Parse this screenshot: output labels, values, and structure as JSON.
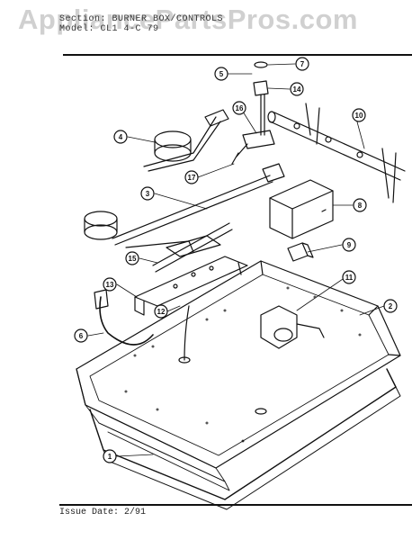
{
  "watermark": "AppliancePartsPros.com",
  "header": {
    "section_line": "Section:  BURNER BOX/CONTROLS",
    "model_line": "Model:  CL1 4-C 79"
  },
  "footer": {
    "issue_date": "Issue Date: 2/91"
  },
  "callouts": [
    "1",
    "2",
    "3",
    "4",
    "5",
    "6",
    "7",
    "8",
    "9",
    "10",
    "11",
    "12",
    "13",
    "14",
    "15",
    "16",
    "17"
  ]
}
